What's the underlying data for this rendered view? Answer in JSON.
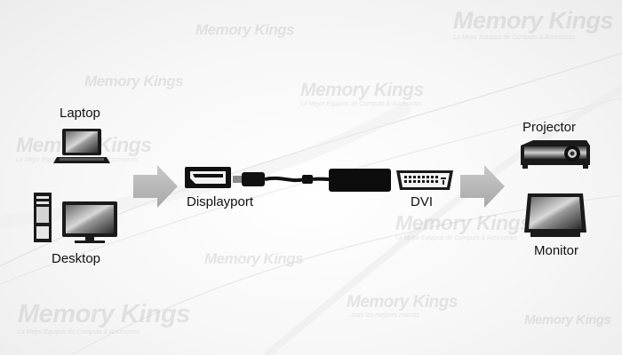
{
  "watermark": {
    "brand": "Memory Kings",
    "tagline": "La Mejor Equipos de Computo & Accesorios",
    "subtag": "...todo las mejores marcas"
  },
  "devices": {
    "laptop": "Laptop",
    "desktop": "Desktop",
    "projector": "Projector",
    "monitor": "Monitor"
  },
  "connectors": {
    "input": "Displayport",
    "output": "DVI"
  },
  "colors": {
    "arrow": "#b5b5b5",
    "device": "#1a1a1a",
    "cable": "#111111"
  }
}
